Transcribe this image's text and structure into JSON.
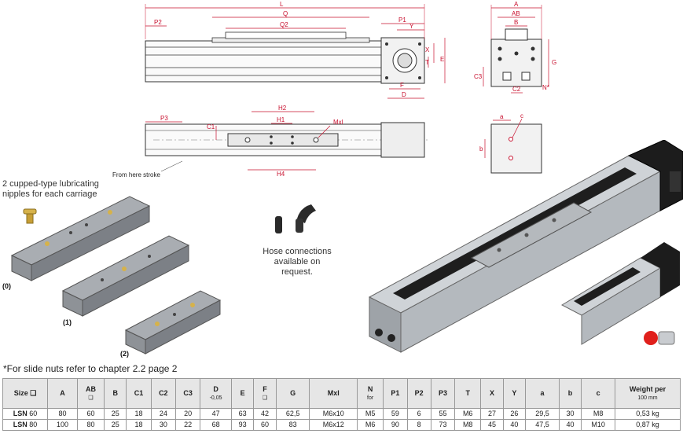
{
  "drawing_labels": {
    "top_view": [
      "P2",
      "L",
      "P1",
      "Q",
      "Q2",
      "Y",
      "X",
      "T",
      "E",
      "F",
      "D"
    ],
    "end_view": [
      "A",
      "AB",
      "B",
      "G",
      "C3",
      "C2",
      "N*"
    ],
    "bottom_view": [
      "P3",
      "C1",
      "H2",
      "H1",
      "Mxl",
      "H4"
    ],
    "side_detail": [
      "a",
      "c",
      "b"
    ],
    "stroke_note": "From here stroke"
  },
  "callouts": {
    "nipples": "2 cupped-type lubricating nipples for each carriage",
    "hose": "Hose connections available on request."
  },
  "carriage_variants": [
    "(0)",
    "(1)",
    "(2)"
  ],
  "footnote": "*For slide nuts refer to chapter 2.2 page 2",
  "table": {
    "headers": [
      {
        "label": "Size ❑",
        "sub": ""
      },
      {
        "label": "A",
        "sub": ""
      },
      {
        "label": "AB",
        "sub": "❑"
      },
      {
        "label": "B",
        "sub": ""
      },
      {
        "label": "C1",
        "sub": ""
      },
      {
        "label": "C2",
        "sub": ""
      },
      {
        "label": "C3",
        "sub": ""
      },
      {
        "label": "D",
        "sub": "-0,05"
      },
      {
        "label": "E",
        "sub": ""
      },
      {
        "label": "F",
        "sub": "❑"
      },
      {
        "label": "G",
        "sub": ""
      },
      {
        "label": "Mxl",
        "sub": ""
      },
      {
        "label": "N",
        "sub": "for"
      },
      {
        "label": "P1",
        "sub": ""
      },
      {
        "label": "P2",
        "sub": ""
      },
      {
        "label": "P3",
        "sub": ""
      },
      {
        "label": "T",
        "sub": ""
      },
      {
        "label": "X",
        "sub": ""
      },
      {
        "label": "Y",
        "sub": ""
      },
      {
        "label": "a",
        "sub": ""
      },
      {
        "label": "b",
        "sub": ""
      },
      {
        "label": "c",
        "sub": ""
      },
      {
        "label": "Weight per",
        "sub": "100 mm"
      }
    ],
    "rows": [
      {
        "prefix": "LSN",
        "size": "60",
        "cells": [
          "80",
          "60",
          "25",
          "18",
          "24",
          "20",
          "47",
          "63",
          "42",
          "62,5",
          "M6x10",
          "M5",
          "59",
          "6",
          "55",
          "M6",
          "27",
          "26",
          "29,5",
          "30",
          "M8",
          "0,53 kg"
        ]
      },
      {
        "prefix": "LSN",
        "size": "80",
        "cells": [
          "100",
          "80",
          "25",
          "18",
          "30",
          "22",
          "68",
          "93",
          "60",
          "83",
          "M6x12",
          "M6",
          "90",
          "8",
          "73",
          "M8",
          "45",
          "40",
          "47,5",
          "40",
          "M10",
          "0,87 kg"
        ]
      }
    ]
  },
  "colors": {
    "dimension": "#c8102e",
    "table_header_bg": "#e6e6e6",
    "aluminium": "#c9cdd1",
    "belt": "#1e1e1e"
  }
}
